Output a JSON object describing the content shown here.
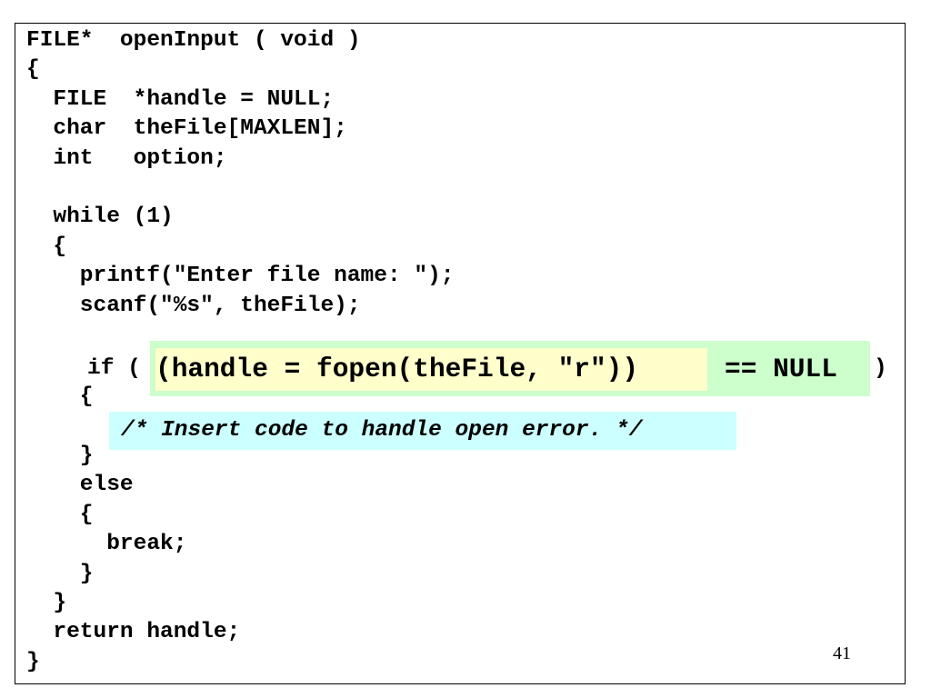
{
  "code": {
    "lines_top": [
      "FILE*  openInput ( void )",
      "{",
      "  FILE  *handle = NULL;",
      "  char  theFile[MAXLEN];",
      "  int   option;",
      "",
      "  while (1)",
      "  {",
      "    printf(\"Enter file name: \");",
      "    scanf(\"%s\", theFile);",
      ""
    ],
    "if_keyword": "if (",
    "condition_assign": "(handle = fopen(theFile, \"r\"))",
    "condition_compare": "== NULL",
    "if_close": ")",
    "comment": "/* Insert code to handle open error. */",
    "lines_bottom": [
      "    {",
      "",
      "    }",
      "    else",
      "    {",
      "      break;",
      "    }",
      "  }",
      "  return handle;",
      "}"
    ]
  },
  "highlights": {
    "outer_color": "#ccffcc",
    "inner_color": "#ffffcc",
    "comment_color": "#ccffff"
  },
  "page_number": "41"
}
